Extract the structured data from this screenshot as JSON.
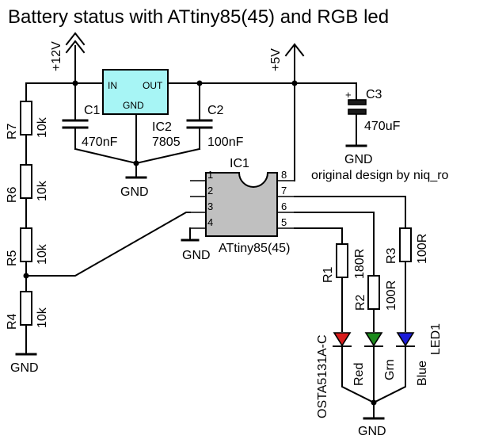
{
  "title": "Battery status with ATtiny85(45) and RGB led",
  "credit": "original design by niq_ro",
  "colors": {
    "regulator_fill": "#a7f5f5",
    "mcu_fill": "#c0c0c0",
    "led_red": "#d81c1c",
    "led_green": "#1c8a1c",
    "led_blue": "#1c1cd8",
    "capacitor_plate": "#1a1a1a"
  },
  "supply": {
    "v12": "+12V",
    "v5": "+5V",
    "gnd": "GND"
  },
  "regulator": {
    "ref": "IC2",
    "value": "7805",
    "pin_in": "IN",
    "pin_out": "OUT",
    "pin_gnd": "GND"
  },
  "mcu": {
    "ref": "IC1",
    "value": "ATtiny85(45)",
    "pins": [
      "1",
      "2",
      "3",
      "4",
      "5",
      "6",
      "7",
      "8"
    ]
  },
  "capacitors": [
    {
      "ref": "C1",
      "value": "470nF"
    },
    {
      "ref": "C2",
      "value": "100nF"
    },
    {
      "ref": "C3",
      "value": "470uF",
      "polarity": "+"
    }
  ],
  "divider_resistors": [
    {
      "ref": "R7",
      "value": "10k"
    },
    {
      "ref": "R6",
      "value": "10k"
    },
    {
      "ref": "R5",
      "value": "10k"
    },
    {
      "ref": "R4",
      "value": "10k"
    }
  ],
  "led_resistors": [
    {
      "ref": "R1",
      "value": "180R"
    },
    {
      "ref": "R2",
      "value": "100R"
    },
    {
      "ref": "R3",
      "value": "100R"
    }
  ],
  "led": {
    "ref": "LED1",
    "part": "OSTA5131A-C",
    "channels": [
      "Red",
      "Grn",
      "Blue"
    ]
  },
  "gnd_labels": [
    "GND",
    "GND",
    "GND",
    "GND",
    "GND"
  ]
}
